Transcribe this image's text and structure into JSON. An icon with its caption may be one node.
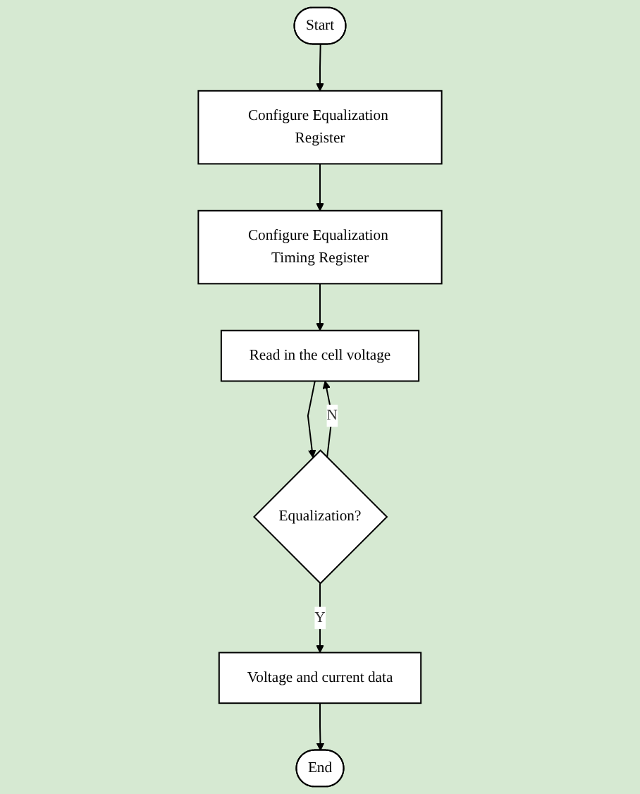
{
  "diagram": {
    "nodes": [
      {
        "text": [
          "Start"
        ]
      },
      {
        "text": [
          "Configure Equalization Register"
        ]
      },
      {
        "text": [
          "Configure Equalization Timing Register"
        ]
      },
      {
        "text": [
          "Read in the cell voltage"
        ]
      },
      {
        "text": [
          "Equalization?"
        ]
      },
      {
        "text": [
          "Voltage and current data"
        ]
      },
      {
        "text": [
          "End"
        ]
      }
    ],
    "edges": [
      {
        "from": 0,
        "to": 1,
        "arrow": "to"
      },
      {
        "from": 1,
        "to": 2,
        "arrow": "to"
      },
      {
        "from": 2,
        "to": 3,
        "arrow": "to"
      },
      {
        "from": 3,
        "to": 4,
        "arrow": "to"
      },
      {
        "from": 4,
        "to": 3,
        "arrow": "to",
        "label": "N"
      },
      {
        "from": 4,
        "to": 5,
        "arrow": "to",
        "label": "Y"
      },
      {
        "from": 5,
        "to": 6,
        "arrow": "to"
      }
    ]
  }
}
